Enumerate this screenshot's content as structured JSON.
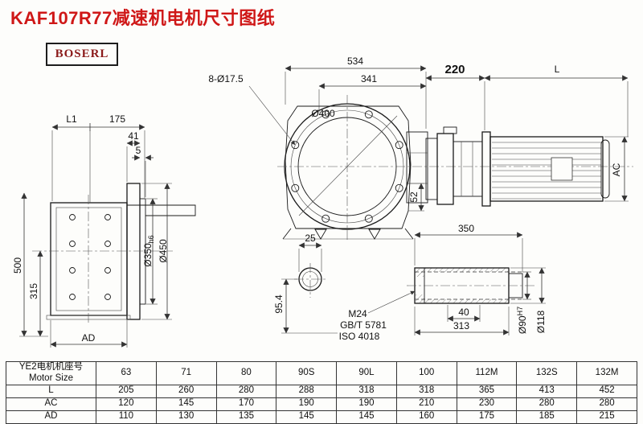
{
  "page": {
    "title": "KAF107R77减速机电机尺寸图纸",
    "brand": "BOSERL"
  },
  "dims": {
    "front_width": "534",
    "front_width_inner": "341",
    "bolt_holes": "8-Ø17.5",
    "flange_dia": "Ø400",
    "front_52": "52",
    "motor_gap": "220",
    "motor_length": "L",
    "motor_dia": "AC",
    "side_l1": "L1",
    "side_175": "175",
    "side_41": "41",
    "side_5": "5",
    "side_height": "500",
    "side_center_height": "315",
    "spigot": {
      "main": "Ø350",
      "tol": "h6"
    },
    "flange_od": "Ø450",
    "side_ad": "AD",
    "shaft_25": "25",
    "shaft_954": "95.4",
    "hollow_350": "350",
    "hollow_40": "40",
    "hollow_313": "313",
    "bore": {
      "main": "Ø90",
      "tol": "H7"
    },
    "hollow_od": "Ø118",
    "bolt_spec_1": "M24",
    "bolt_spec_2": "GB/T 5781",
    "bolt_spec_3": "ISO 4018"
  },
  "table": {
    "header": {
      "line1": "YE2电机机座号",
      "line2": "Motor Size"
    },
    "sizes": [
      "63",
      "71",
      "80",
      "90S",
      "90L",
      "100",
      "112M",
      "132S",
      "132M"
    ],
    "rows": [
      {
        "label": "L",
        "values": [
          "205",
          "260",
          "280",
          "288",
          "318",
          "318",
          "365",
          "413",
          "452"
        ]
      },
      {
        "label": "AC",
        "values": [
          "120",
          "145",
          "170",
          "190",
          "190",
          "210",
          "230",
          "280",
          "280"
        ]
      },
      {
        "label": "AD",
        "values": [
          "110",
          "130",
          "135",
          "145",
          "145",
          "160",
          "175",
          "185",
          "215"
        ]
      }
    ]
  }
}
